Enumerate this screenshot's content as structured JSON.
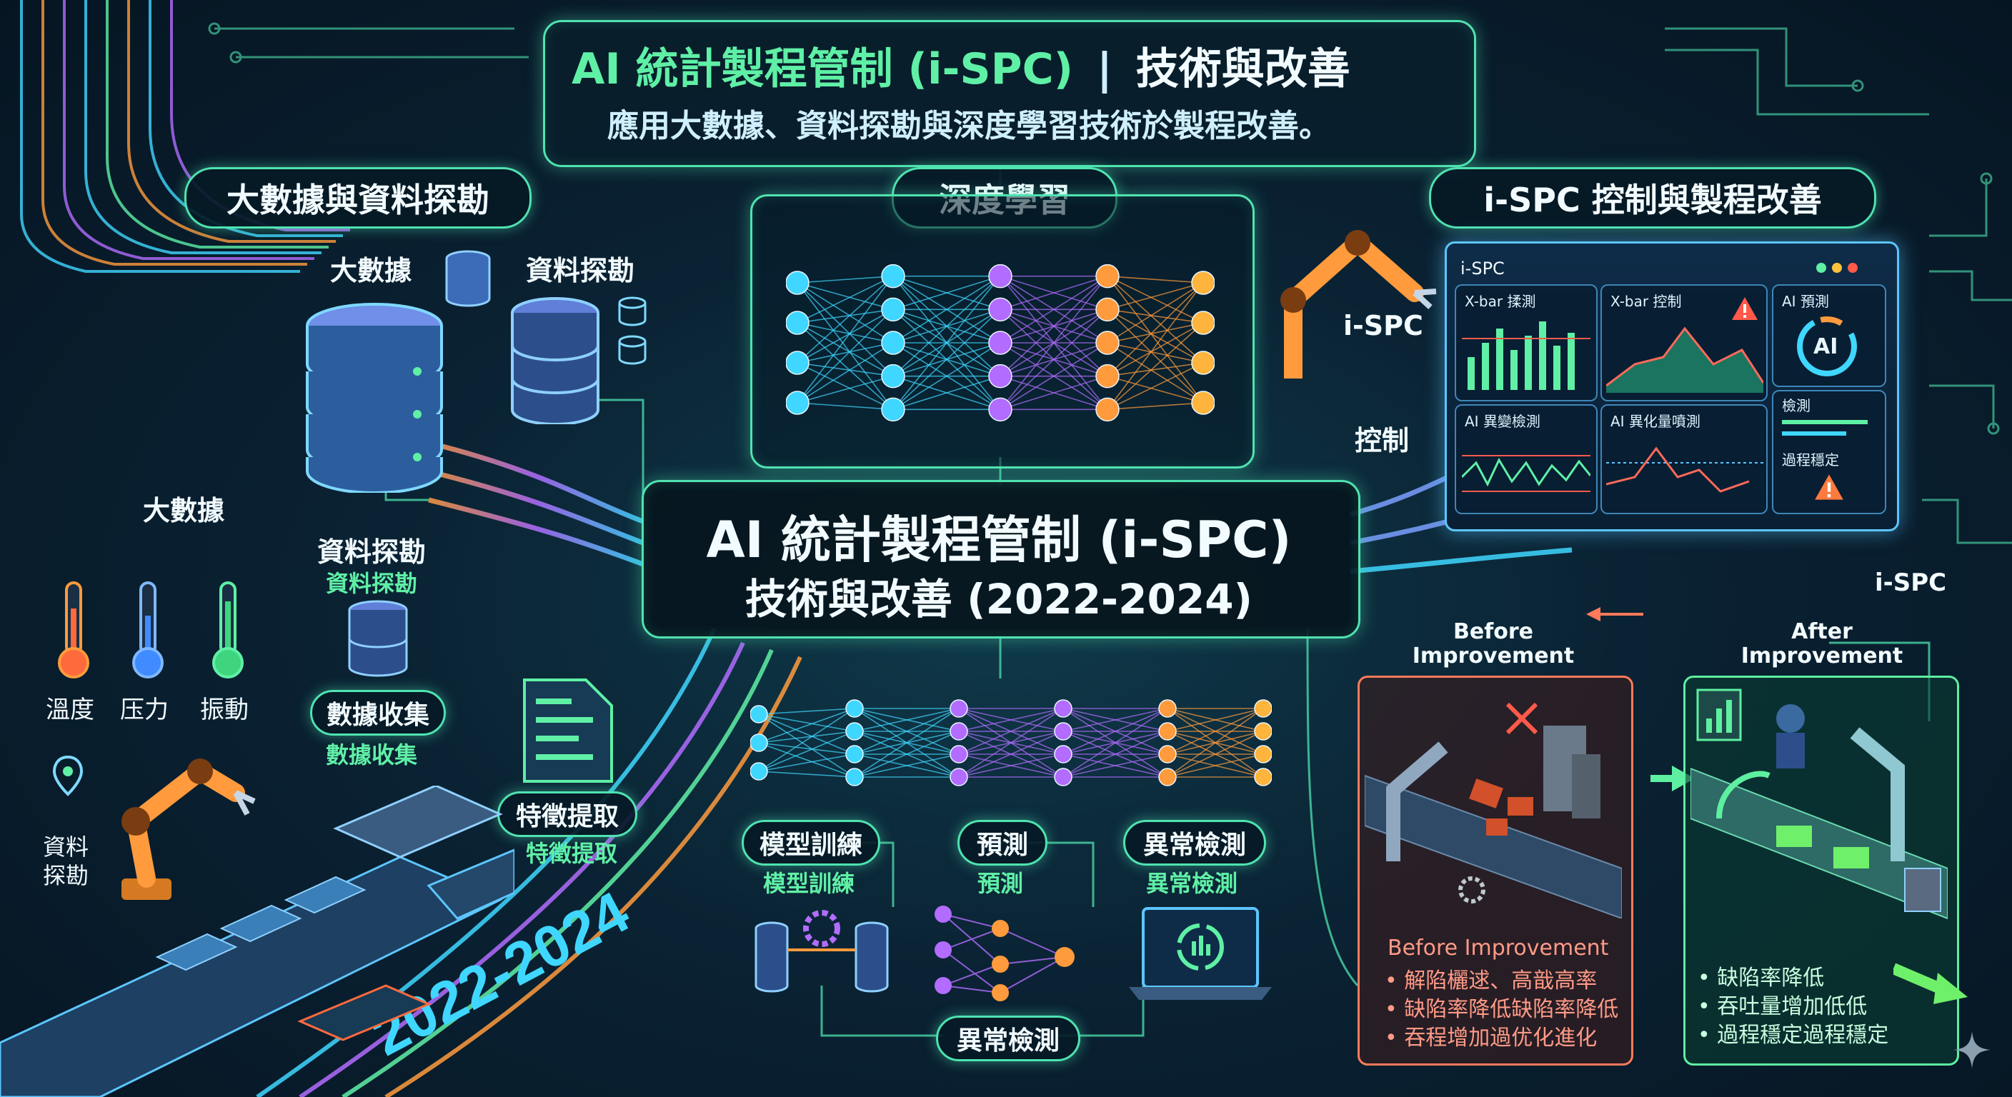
{
  "header": {
    "title_ai": "AI 統計製程管制 (i-SPC)",
    "title_sep": "|",
    "title_right": "技術與改善",
    "subtitle": "應用大數據、資料探勘與深度學習技術於製程改善。"
  },
  "sections": {
    "left_title": "大數據與資料探勘",
    "mid_title": "深度學習",
    "right_title": "i-SPC 控制與製程改善"
  },
  "left": {
    "bigdata_top": "大數據",
    "mining_top": "資料探勘",
    "bigdata_side": "大數據",
    "mining_mid": "資料探勘",
    "mining_mid_sub": "資料探勘",
    "sensors": [
      "溫度",
      "压力",
      "振動"
    ],
    "collect": "數據收集",
    "collect_sub": "數據收集",
    "feature": "特徵提取",
    "feature_sub": "特徵提取",
    "mining_left": "資料\n探勘",
    "years": "2022-2024"
  },
  "center": {
    "title_line1": "AI 統計製程管制 (i-SPC)",
    "title_line2": "技術與改善 (2022-2024)"
  },
  "lower_mid": {
    "train": "模型訓練",
    "train_sub": "模型訓練",
    "predict": "預測",
    "predict_sub": "預測",
    "anomaly": "異常檢測",
    "anomaly_sub": "異常檢測",
    "anomaly_bottom": "異常檢測"
  },
  "right": {
    "ispc_label": "i-SPC",
    "control_label": "控制",
    "ispc_label_2": "i-SPC",
    "monitor_title": "i-SPC",
    "cards": [
      "X-bar 揉測",
      "X-bar 控制",
      "AI 預測",
      "AI 異變檢測",
      "AI 異化量噴測"
    ],
    "side_items": [
      "檢測",
      "過程穩定"
    ],
    "ai_badge": "AI"
  },
  "before": {
    "title": "Before\nImprovement",
    "caption": "Before Improvement",
    "items": [
      "解陷欐逑、高戠高率",
      "缺陷率降低缺陷率降低",
      "吞程增加過优化進化"
    ]
  },
  "after": {
    "title": "After\nImprovement",
    "items": [
      "缺陷率降低",
      "吞吐量增加低低",
      "過程穩定過程穩定"
    ]
  },
  "colors": {
    "accent": "#4fe3b0",
    "cyan": "#5cc6ff",
    "orange": "#ff9b3d",
    "purple": "#b26cff",
    "red": "#ff5a4a"
  }
}
